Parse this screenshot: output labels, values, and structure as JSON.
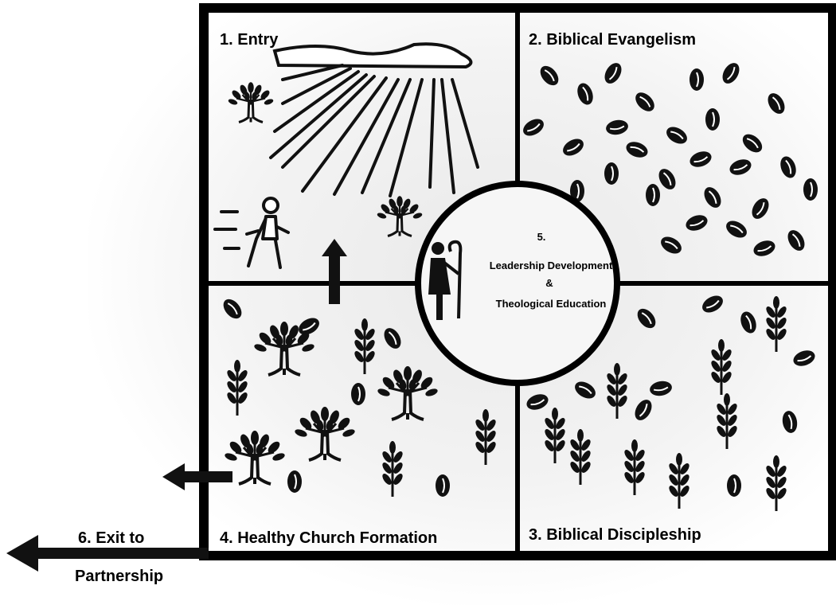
{
  "quadrants": {
    "entry": "1. Entry",
    "evangelism": "2. Biblical Evangelism",
    "discipleship": "3. Biblical Discipleship",
    "church_formation": "4. Healthy Church Formation"
  },
  "center": {
    "number": "5.",
    "line1": "Leadership Development",
    "line2": "&",
    "line3": "Theological Education"
  },
  "exit": {
    "line1": "6. Exit to",
    "line2": "Partnership"
  },
  "icons": [
    "walking-person-icon",
    "sun-rays-icon",
    "tree-icon",
    "seed-icon",
    "wheat-icon",
    "shepherd-icon",
    "arrow-up-icon",
    "arrow-left-icon"
  ]
}
